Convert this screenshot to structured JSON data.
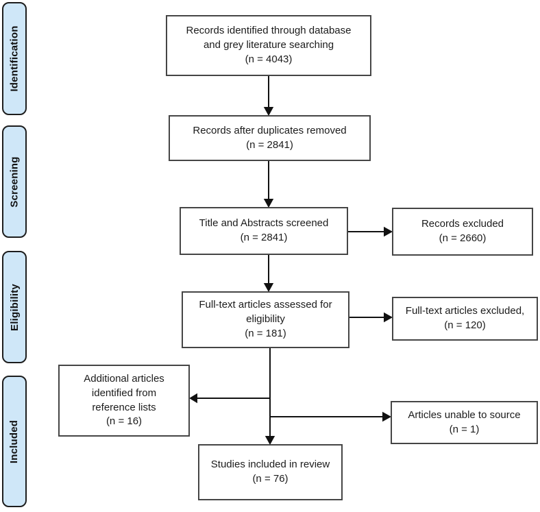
{
  "diagram": {
    "kind": "prisma-flow-diagram"
  },
  "sidebar": {
    "stages": [
      {
        "label": "Identification"
      },
      {
        "label": "Screening"
      },
      {
        "label": "Eligibility"
      },
      {
        "label": "Included"
      }
    ]
  },
  "boxes": {
    "records_identified": {
      "text": "Records identified through database\nand grey literature searching\n(n = 4043)",
      "n": 4043
    },
    "duplicates_removed": {
      "text": "Records after duplicates removed\n(n = 2841)",
      "n": 2841
    },
    "title_abstracts_screened": {
      "text": "Title and Abstracts screened\n(n = 2841)",
      "n": 2841
    },
    "records_excluded": {
      "text": "Records excluded\n(n = 2660)",
      "n": 2660
    },
    "fulltext_assessed": {
      "text": "Full-text articles assessed for\neligibility\n(n = 181)",
      "n": 181
    },
    "fulltext_excluded": {
      "text": "Full-text articles excluded,\n(n = 120)",
      "n": 120
    },
    "additional_articles": {
      "text": "Additional articles\nidentified from\nreference lists\n(n = 16)",
      "n": 16
    },
    "articles_unable_to_source": {
      "text": "Articles unable to source\n(n = 1)",
      "n": 1
    },
    "studies_included": {
      "text": "Studies included in review\n(n = 76)",
      "n": 76
    }
  },
  "palette": {
    "stage_fill": "#cfe7f8",
    "stage_border": "#1d1d1d",
    "box_fill": "#ffffff",
    "box_border": "#454545",
    "arrow": "#111111",
    "background": "#ffffff"
  }
}
